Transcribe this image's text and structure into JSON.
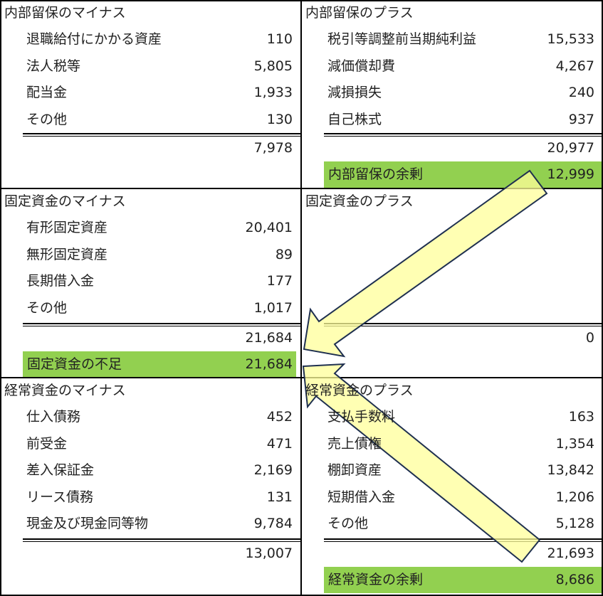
{
  "colors": {
    "highlight": "#92d050",
    "arrow_fill": "#ffff99",
    "arrow_stroke": "#1f3050"
  },
  "sections": [
    {
      "id": "retained-minus",
      "title": "内部留保のマイナス",
      "items": [
        {
          "label": "退職給付にかかる資産",
          "value": "110"
        },
        {
          "label": "法人税等",
          "value": "5,805"
        },
        {
          "label": "配当金",
          "value": "1,933"
        },
        {
          "label": "その他",
          "value": "130"
        }
      ],
      "total": "7,978"
    },
    {
      "id": "retained-plus",
      "title": "内部留保のプラス",
      "items": [
        {
          "label": "税引等調整前当期純利益",
          "value": "15,533"
        },
        {
          "label": "減価償却費",
          "value": "4,267"
        },
        {
          "label": "減損損失",
          "value": "240"
        },
        {
          "label": "自己株式",
          "value": "937"
        }
      ],
      "total": "20,977",
      "highlight": {
        "label": "内部留保の余剰",
        "value": "12,999"
      }
    },
    {
      "id": "fixed-minus",
      "title": "固定資金のマイナス",
      "items": [
        {
          "label": "有形固定資産",
          "value": "20,401"
        },
        {
          "label": "無形固定資産",
          "value": "89"
        },
        {
          "label": "長期借入金",
          "value": "177"
        },
        {
          "label": "その他",
          "value": "1,017"
        }
      ],
      "total": "21,684",
      "highlight": {
        "label": "固定資金の不足",
        "value": "21,684"
      }
    },
    {
      "id": "fixed-plus",
      "title": "固定資金のプラス",
      "items": [],
      "total": "0"
    },
    {
      "id": "working-minus",
      "title": "経常資金のマイナス",
      "items": [
        {
          "label": "仕入債務",
          "value": "452"
        },
        {
          "label": "前受金",
          "value": "471"
        },
        {
          "label": "差入保証金",
          "value": "2,169"
        },
        {
          "label": "リース債務",
          "value": "131"
        },
        {
          "label": "現金及び現金同等物",
          "value": "9,784"
        }
      ],
      "total": "13,007"
    },
    {
      "id": "working-plus",
      "title": "経常資金のプラス",
      "items": [
        {
          "label": "支払手数料",
          "value": "163"
        },
        {
          "label": "売上債権",
          "value": "1,354"
        },
        {
          "label": "棚卸資産",
          "value": "13,842"
        },
        {
          "label": "短期借入金",
          "value": "1,206"
        },
        {
          "label": "その他",
          "value": "5,128"
        }
      ],
      "total": "21,693",
      "highlight": {
        "label": "経常資金の余剰",
        "value": "8,686"
      }
    }
  ]
}
